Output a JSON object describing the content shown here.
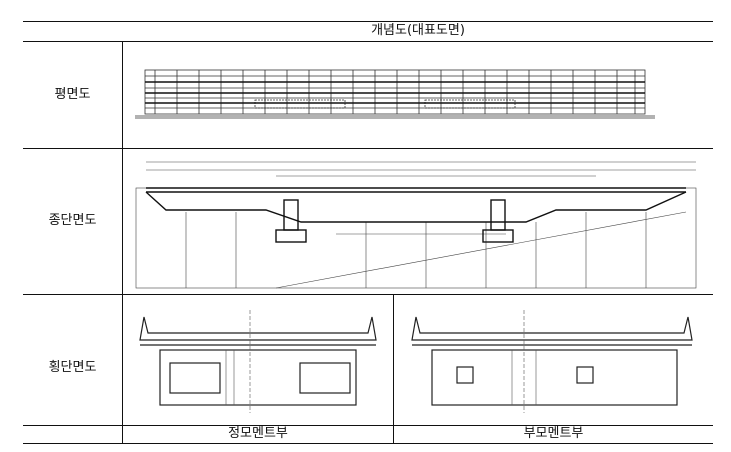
{
  "table": {
    "header": "개념도(대표도면)",
    "rows": [
      {
        "label": "평면도"
      },
      {
        "label": "종단면도"
      },
      {
        "label": "횡단면도"
      }
    ],
    "subcaptions": [
      "정모멘트부",
      "부모멘트부"
    ]
  }
}
